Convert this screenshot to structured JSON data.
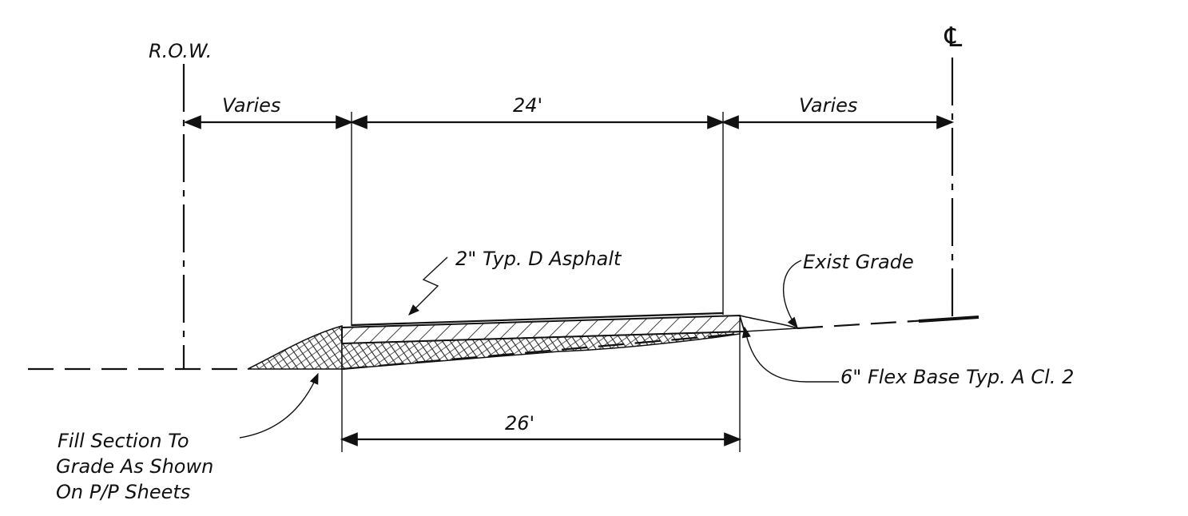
{
  "labels": {
    "row": "R.O.W.",
    "centerline_symbol": "℄",
    "dim_varies_left": "Varies",
    "dim_top": "24'",
    "dim_varies_right": "Varies",
    "dim_bottom": "26'",
    "asphalt": "2\" Typ. D Asphalt",
    "exist_grade": "Exist Grade",
    "flex_base": "6\" Flex Base Typ. A Cl. 2",
    "fill_line1": "Fill Section To",
    "fill_line2": "Grade As Shown",
    "fill_line3": "On P/P Sheets"
  }
}
